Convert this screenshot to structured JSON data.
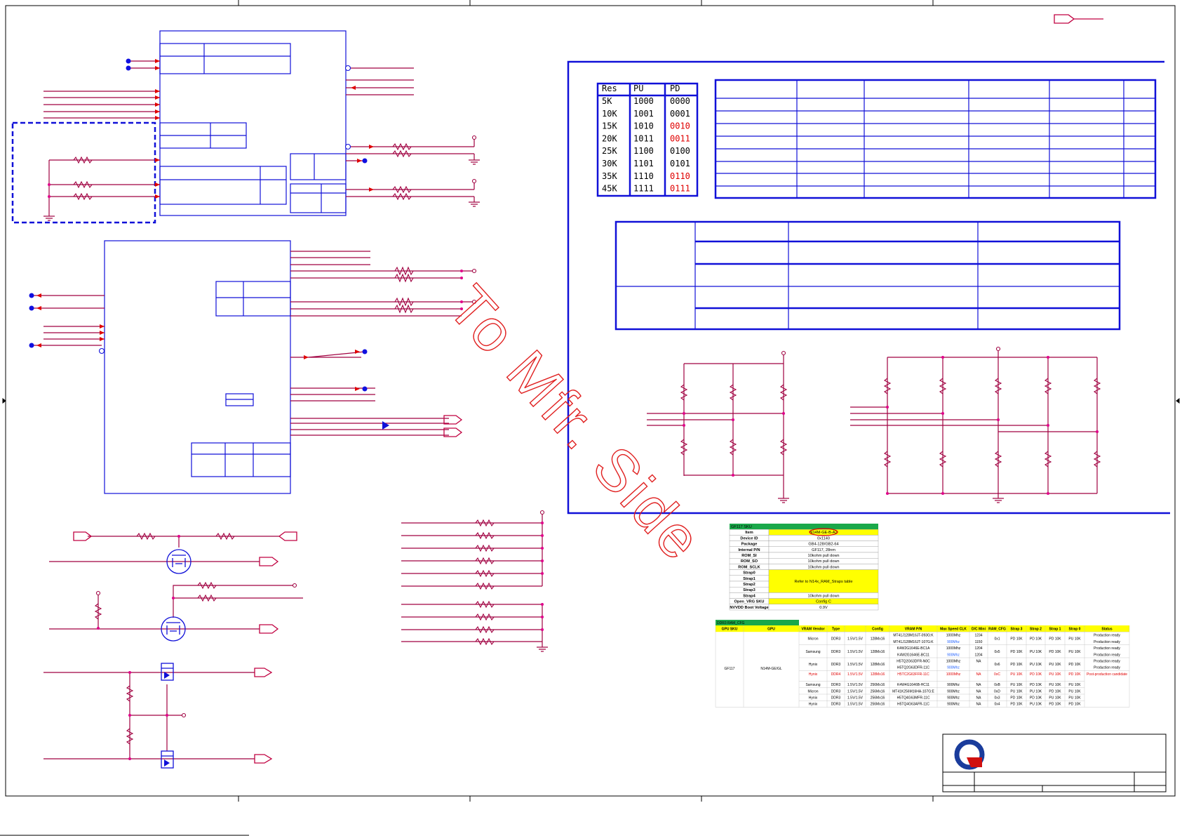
{
  "colors": {
    "frame": "#000000",
    "box": "#1010d8",
    "wire": "#a00040",
    "pin": "#e0008a",
    "arrow": "#e00000",
    "dot": "#1010e0",
    "watermark": "#e02020",
    "green": "#1aa84a",
    "yellow": "#ffff00",
    "red_text": "#e00000",
    "blue_text": "#2060ff"
  },
  "watermark": "To Mfr. Side",
  "strap_table": {
    "headers": [
      "Res",
      "PU",
      "PD"
    ],
    "rows": [
      {
        "res": "5K",
        "pu": "1000",
        "pd": "0000",
        "pd_red": false
      },
      {
        "res": "10K",
        "pu": "1001",
        "pd": "0001",
        "pd_red": false
      },
      {
        "res": "15K",
        "pu": "1010",
        "pd": "0010",
        "pd_red": true
      },
      {
        "res": "20K",
        "pu": "1011",
        "pd": "0011",
        "pd_red": true
      },
      {
        "res": "25K",
        "pu": "1100",
        "pd": "0100",
        "pd_red": false
      },
      {
        "res": "30K",
        "pu": "1101",
        "pd": "0101",
        "pd_red": false
      },
      {
        "res": "35K",
        "pu": "1110",
        "pd": "0110",
        "pd_red": true
      },
      {
        "res": "45K",
        "pu": "1111",
        "pd": "0111",
        "pd_red": true
      }
    ]
  },
  "sku_table": {
    "title": "GF117 SKU",
    "rows": [
      {
        "label": "Item",
        "value": "N14M-GE-B-A2",
        "style": "yellow"
      },
      {
        "label": "Device ID",
        "value": "0x1140",
        "style": "plain"
      },
      {
        "label": "Package",
        "value": "GB4-128/GB2-64",
        "style": "plain"
      },
      {
        "label": "Internal P/N",
        "value": "GF117, 28nm",
        "style": "plain"
      },
      {
        "label": "ROM_SI",
        "value": "10kohm pull down",
        "style": "plain"
      },
      {
        "label": "ROM_SO",
        "value": "10kohm pull down",
        "style": "plain"
      },
      {
        "label": "ROM_SCLK",
        "value": "10kohm pull down",
        "style": "plain"
      }
    ],
    "strap_labels": [
      "Strap0",
      "Strap1",
      "Strap2",
      "Strap3"
    ],
    "strap_note": "Refer to N14x_RAM_Straps table",
    "tail_rows": [
      {
        "label": "Strap4",
        "value": "10kohm pull down",
        "style": "plain"
      },
      {
        "label": "Open_VRG SKU",
        "value": "Config C",
        "style": "yellow"
      },
      {
        "label": "NVVDD Boot Voltage",
        "value": "0.9V",
        "style": "plain"
      }
    ]
  },
  "ram_table": {
    "title": "DDR3 RAM_CFG",
    "headers": [
      "GPU SKU",
      "GPU",
      "VRAM Vendor",
      "Type",
      "",
      "Config",
      "VRAM P/N",
      "Max Speed CLK",
      "D/C Mini",
      "RAM_CFG",
      "Strap 3",
      "Strap 2",
      "Strap 1",
      "Strap 0",
      "Status"
    ],
    "gpu_sku": "GF117",
    "gpu": "N14M-GE/GL",
    "groups": [
      {
        "vendor": "Micron",
        "type": "DDR3",
        "volt": "1.5V/1.5V",
        "config": "128Mx16",
        "pns": [
          "MT41J128M16JT-093G:K",
          "MT41J128M16JT-107G:K"
        ],
        "clks": [
          "1000Mhz",
          "900Mhz"
        ],
        "clk_blue": [
          false,
          true
        ],
        "dc": [
          "1234",
          "1150"
        ],
        "cfg": "0x1",
        "straps": [
          "PD 10K",
          "PD 10K",
          "PD 10K",
          "PU 10K"
        ],
        "status": [
          "Production ready",
          "Production ready"
        ],
        "red": false
      },
      {
        "vendor": "Samsung",
        "type": "DDR3",
        "volt": "1.5V/1.5V",
        "config": "128Mx16",
        "pns": [
          "K4W2G1646E-BC1A",
          "K4W2G1646E-BC11"
        ],
        "clks": [
          "1000Mhz",
          "900Mhz"
        ],
        "clk_blue": [
          false,
          true
        ],
        "dc": [
          "1204",
          "1204"
        ],
        "cfg": "0x5",
        "straps": [
          "PD 10K",
          "PU 10K",
          "PD 10K",
          "PU 10K"
        ],
        "status": [
          "Production ready",
          "Production ready"
        ],
        "red": false
      },
      {
        "vendor": "Hynix",
        "type": "DDR3",
        "volt": "1.5V/1.5V",
        "config": "128Mx16",
        "pns": [
          "H5TQ2G63DFR-N0C",
          "H5TQ2G63DFR-11C"
        ],
        "clks": [
          "1000Mhz",
          "900Mhz"
        ],
        "clk_blue": [
          false,
          true
        ],
        "dc": [
          "NA",
          ""
        ],
        "cfg": "0x6",
        "straps": [
          "PD 10K",
          "PU 10K",
          "PU 10K",
          "PD 10K"
        ],
        "status": [
          "Production ready",
          "Production ready"
        ],
        "red": false
      },
      {
        "vendor": "Hynix",
        "type": "DDR4",
        "volt": "1.5V/1.5V",
        "config": "128Mx16",
        "pns": [
          "H5TC2G63FFR-11C"
        ],
        "clks": [
          "1000Mhz"
        ],
        "clk_blue": [
          false
        ],
        "dc": [
          "NA"
        ],
        "cfg": "0xC",
        "straps": [
          "PU 10K",
          "PD 10K",
          "PU 10K",
          "PD 10K"
        ],
        "status": [
          "Post-production candidate"
        ],
        "red": true
      }
    ],
    "lower_rows": [
      {
        "vendor": "Samsung",
        "type": "DDR3",
        "volt": "1.5V/1.5V",
        "config": "256Mx16",
        "pn": "K4W4G1646B-HC11",
        "clk": "900Mhz",
        "dc": "NA",
        "cfg": "0xB",
        "straps": [
          "PU 10K",
          "PD 10K",
          "PU 10K",
          "PU 10K"
        ]
      },
      {
        "vendor": "Micron",
        "type": "DDR3",
        "volt": "1.5V/1.5V",
        "config": "256Mx16",
        "pn": "MT41K256M16HA-107G:E",
        "clk": "900Mhz",
        "dc": "NA",
        "cfg": "0xD",
        "straps": [
          "PU 10K",
          "PU 10K",
          "PD 10K",
          "PU 10K"
        ]
      },
      {
        "vendor": "Hynix",
        "type": "DDR3",
        "volt": "1.5V/1.5V",
        "config": "256Mx16",
        "pn": "H5TQ4G63MFR-11C",
        "clk": "900Mhz",
        "dc": "NA",
        "cfg": "0x3",
        "straps": [
          "PD 10K",
          "PD 10K",
          "PU 10K",
          "PU 10K"
        ]
      },
      {
        "vendor": "Hynix",
        "type": "DDR3",
        "volt": "1.5V/1.5V",
        "config": "256Mx16",
        "pn": "H5TQ4G63AFR-11C",
        "clk": "900Mhz",
        "dc": "NA",
        "cfg": "0x4",
        "straps": [
          "PD 10K",
          "PU 10K",
          "PD 10K",
          "PD 10K"
        ]
      }
    ]
  }
}
